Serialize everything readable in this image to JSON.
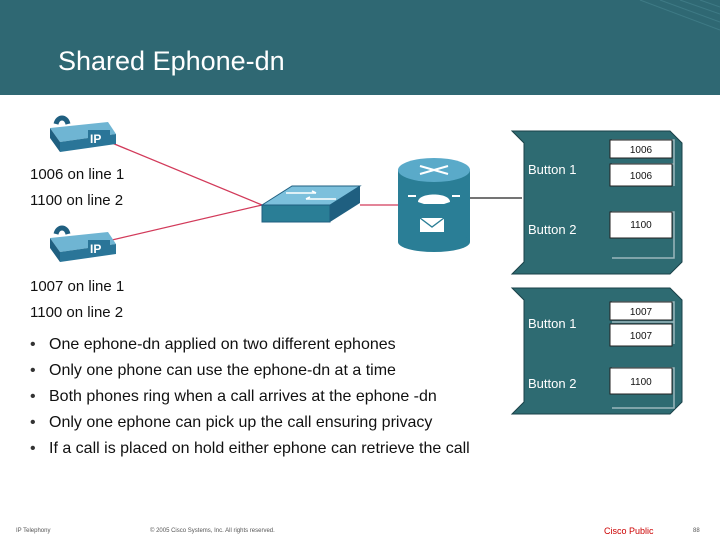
{
  "title": "Shared Ephone-dn",
  "phone1": {
    "line1": "1006 on line 1",
    "line2": "1100 on line 2"
  },
  "phone2": {
    "line1": "1007 on line 1",
    "line2": "1100 on line 2"
  },
  "phone_badge": "IP",
  "panel1": {
    "button1_label": "Button 1",
    "button2_label": "Button 2",
    "dn_top": "1006",
    "dn_second": "1006",
    "dn_button2": "1100"
  },
  "panel2": {
    "button1_label": "Button 1",
    "button2_label": "Button 2",
    "dn_top": "1007",
    "dn_second": "1007",
    "dn_button2": "1100"
  },
  "bullets": [
    "One ephone-dn applied on two different ephones",
    "Only one phone can use the ephone-dn at a time",
    "Both phones ring when a call arrives at the ephone -dn",
    "Only one ephone can pick up the call ensuring privacy",
    "If a call is placed on hold either ephone can retrieve the call"
  ],
  "footer": {
    "left": "IP Telephony",
    "copyright": "© 2005 Cisco Systems, Inc. All rights reserved.",
    "classification": "Cisco Public",
    "page": "88"
  },
  "colors": {
    "header": "#2f6873",
    "panel": "#2e6b72",
    "device": "#2a7e96",
    "phone": "#3a8fb0"
  }
}
